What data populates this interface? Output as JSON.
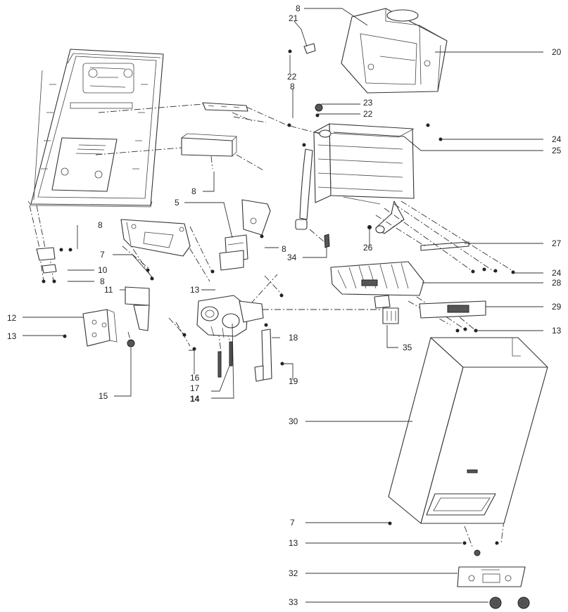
{
  "title": "Exploded view",
  "callouts": [
    {
      "id": "c8a",
      "text": "8"
    },
    {
      "id": "c21",
      "text": "21"
    },
    {
      "id": "c20",
      "text": "20"
    },
    {
      "id": "c22a",
      "text": "22"
    },
    {
      "id": "c8b",
      "text": "8"
    },
    {
      "id": "c23",
      "text": "23"
    },
    {
      "id": "c22b",
      "text": "22"
    },
    {
      "id": "c24a",
      "text": "24"
    },
    {
      "id": "c25",
      "text": "25"
    },
    {
      "id": "c8c",
      "text": "8"
    },
    {
      "id": "c5",
      "text": "5"
    },
    {
      "id": "c8d",
      "text": "8"
    },
    {
      "id": "c7a",
      "text": "7"
    },
    {
      "id": "c10",
      "text": "10"
    },
    {
      "id": "c8e",
      "text": "8"
    },
    {
      "id": "c8f",
      "text": "8"
    },
    {
      "id": "c26",
      "text": "26"
    },
    {
      "id": "c34",
      "text": "34"
    },
    {
      "id": "c27",
      "text": "27"
    },
    {
      "id": "c24b",
      "text": "24"
    },
    {
      "id": "c28",
      "text": "28"
    },
    {
      "id": "c11",
      "text": "11"
    },
    {
      "id": "c13a",
      "text": "13"
    },
    {
      "id": "c29",
      "text": "29"
    },
    {
      "id": "c12",
      "text": "12"
    },
    {
      "id": "c13b",
      "text": "13"
    },
    {
      "id": "c13c",
      "text": "13"
    },
    {
      "id": "c18",
      "text": "18"
    },
    {
      "id": "c35",
      "text": "35"
    },
    {
      "id": "c16",
      "text": "16"
    },
    {
      "id": "c19",
      "text": "19"
    },
    {
      "id": "c17",
      "text": "17"
    },
    {
      "id": "c14",
      "text": "14"
    },
    {
      "id": "c15",
      "text": "15"
    },
    {
      "id": "c30",
      "text": "30"
    },
    {
      "id": "c7b",
      "text": "7"
    },
    {
      "id": "c13d",
      "text": "13"
    },
    {
      "id": "c32",
      "text": "32"
    },
    {
      "id": "c33",
      "text": "33"
    }
  ]
}
